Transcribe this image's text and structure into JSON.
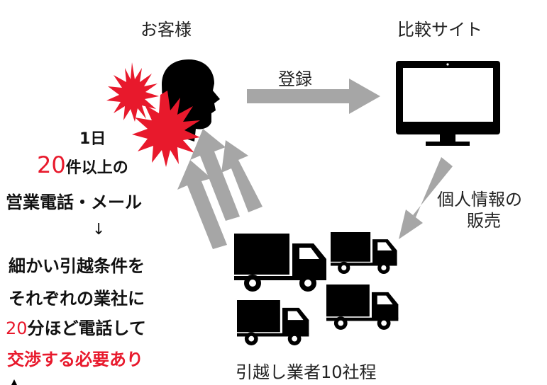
{
  "labels": {
    "customer": "お客様",
    "comparison_site": "比較サイト",
    "register": "登録",
    "sell_info_line1": "個人情報の",
    "sell_info_line2": "販売",
    "movers": "引越し業者10社程"
  },
  "left_text": {
    "per_day": "1日",
    "count_num": "20",
    "count_rest": "件以上の",
    "sales": "営業電話・メール",
    "down_arrow": "↓",
    "line1": "細かい引越条件を",
    "line2": "それぞれの業社に",
    "line3_num": "20",
    "line3_rest": "分ほど電話して",
    "line4": "交渉する必要あり"
  },
  "colors": {
    "accent_red": "#e8192c",
    "arrow_gray": "#a6a6a6",
    "icon_black": "#000000"
  },
  "icons": [
    "head-silhouette-icon",
    "burst-icon",
    "monitor-icon",
    "truck-icon"
  ]
}
